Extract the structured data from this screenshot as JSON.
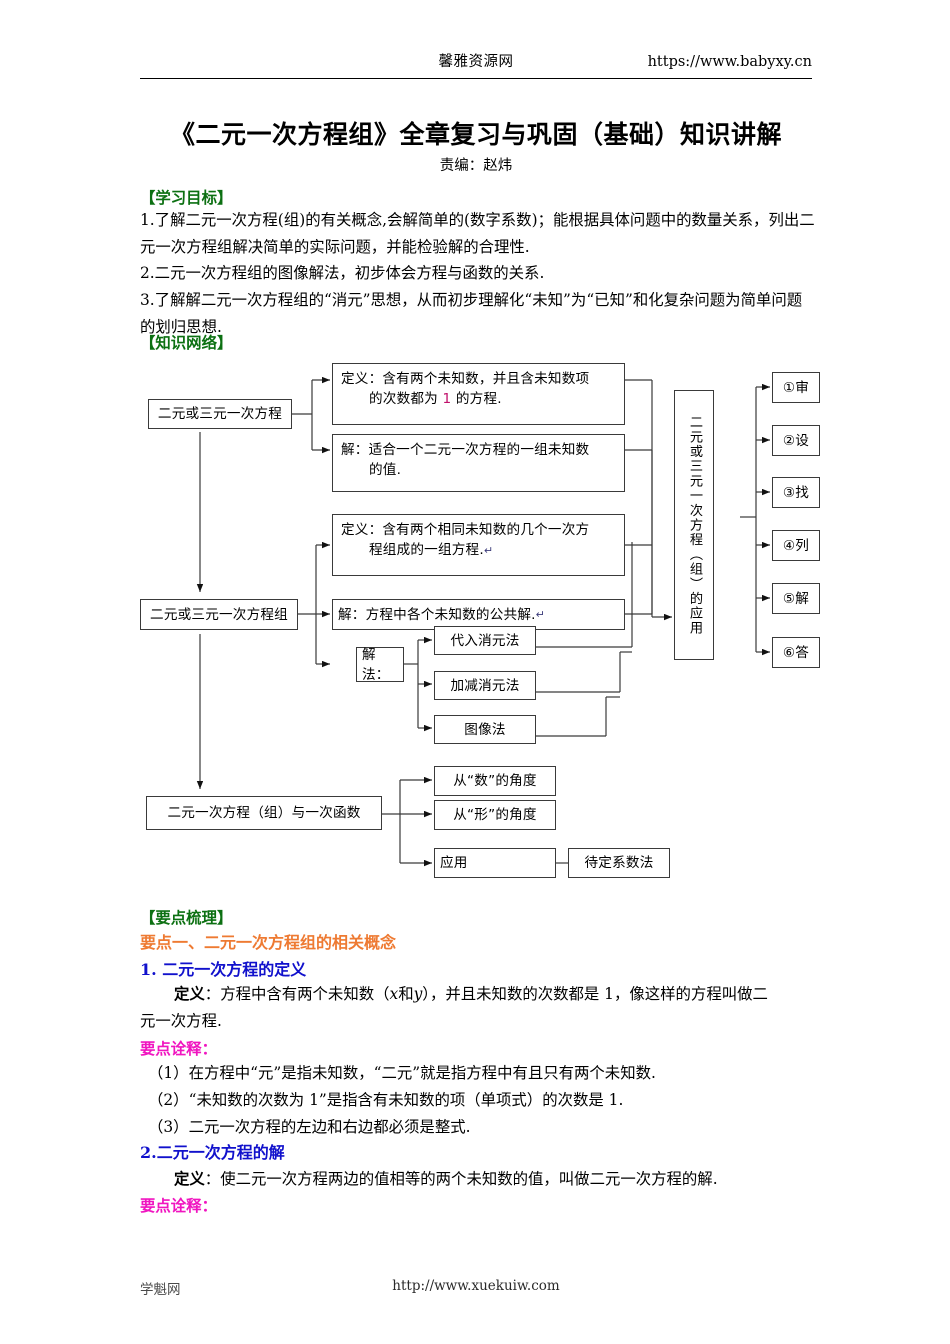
{
  "header": {
    "site_name": "馨雅资源网",
    "site_url": "https://www.babyxy.cn"
  },
  "title": "《二元一次方程组》全章复习与巩固（基础）知识讲解",
  "byline": "责编：赵炜",
  "sections": {
    "objectives_heading": "【学习目标】",
    "objectives": [
      "1.了解二元一次方程(组)的有关概念,会解简单的(数字系数)；能根据具体问题中的数量关系，列出二元一次方程组解决简单的实际问题，并能检验解的合理性.",
      "2.二元一次方程组的图像解法，初步体会方程与函数的关系.",
      "3.了解解二元一次方程组的“消元”思想，从而初步理解化“未知”为“已知”和化复杂问题为简单问题的划归思想."
    ],
    "network_heading": "【知识网络】",
    "points_heading": "【要点梳理】",
    "point_one_heading": "要点一、二元一次方程组的相关概念",
    "item1_heading": "1.  二元一次方程的定义",
    "item1_def_label": "定义",
    "item1_def_text_a": "：方程中含有两个未知数（",
    "item1_def_var_x": "x",
    "item1_def_text_b": "和",
    "item1_def_var_y": "y",
    "item1_def_text_c": "），并且未知数的次数都是 1，像这样的方程叫做二",
    "item1_def_text_d": "元一次方程.",
    "explain_label": "要点诠释：",
    "item1_notes": [
      "（1）在方程中“元”是指未知数，“二元”就是指方程中有且只有两个未知数.",
      "（2）“未知数的次数为 1”是指含有未知数的项（单项式）的次数是 1.",
      "（3）二元一次方程的左边和右边都必须是整式."
    ],
    "item2_heading": "2.二元一次方程的解",
    "item2_def_label": "定义",
    "item2_def_text": "：使二元一次方程两边的值相等的两个未知数的值，叫做二元一次方程的解.",
    "explain_label2": "要点诠释："
  },
  "diagram": {
    "nodes": {
      "eq": "二元或三元一次方程",
      "eq_def_l1": "定义：含有两个未知数，并且含未知数项",
      "eq_def_l2": "的次数都为",
      "eq_def_num": "1",
      "eq_def_l3": "的方程.",
      "eq_sol_l1": "解：适合一个二元一次方程的一组未知数",
      "eq_sol_l2": "的值.",
      "sys": "二元或三元一次方程组",
      "sys_def_l1": "定义：含有两个相同未知数的几个一次方",
      "sys_def_l2": "程组成的一组方程.",
      "sys_sol": "解：方程中各个未知数的公共解.",
      "methods": "解法：",
      "method_sub": "代入消元法",
      "method_add": "加减消元法",
      "method_graph": "图像法",
      "func": "二元一次方程（组）与一次函数",
      "view_num": "从“数”的角度",
      "view_shape": "从“形”的角度",
      "apply": "应用",
      "undetermined": "待定系数法",
      "application_vertical": "二元或三元一次方程（组）的应用",
      "pilcrow": "↵"
    },
    "steps": [
      "①审",
      "②设",
      "③找",
      "④列",
      "⑤解",
      "⑥答"
    ]
  },
  "footer": {
    "left": "学魁网",
    "center": "http://www.xuekuiw.com"
  },
  "colors": {
    "green": "#0c7012",
    "orange": "#ee7a32",
    "blue": "#1111cc",
    "magenta": "#f015c0",
    "accent_number": "#c0106a"
  }
}
